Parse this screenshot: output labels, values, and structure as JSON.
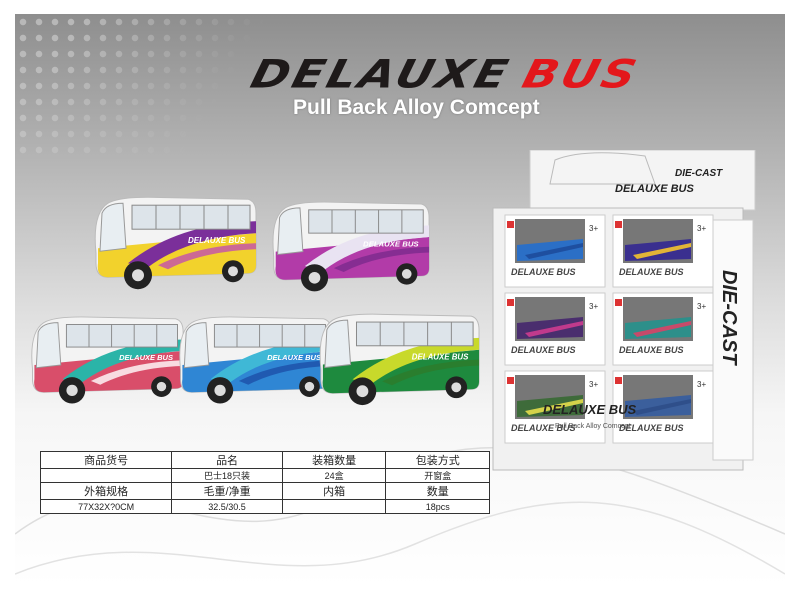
{
  "header": {
    "title_part1": "DELAUXE",
    "title_part2": "BUS",
    "subtitle": "Pull Back Alloy Comcept"
  },
  "colors": {
    "title_dark": "#1e1a1a",
    "title_red": "#e3171b"
  },
  "buses": [
    {
      "body": "#f2d22c",
      "stripe": "#7b2f9a",
      "accent": "#c24fb0",
      "logo": "DELAUXE BUS"
    },
    {
      "body": "#b23ba8",
      "stripe": "#e9e3f2",
      "accent": "#7a2a8c",
      "logo": "DELAUXE BUS"
    },
    {
      "body": "#d94e6a",
      "stripe": "#2bb4a8",
      "accent": "#ffffff",
      "logo": "DELAUXE BUS"
    },
    {
      "body": "#2f86d4",
      "stripe": "#3fb8d6",
      "accent": "#1d4fa8",
      "logo": "DELAUXE BUS"
    },
    {
      "body": "#1e8a3e",
      "stripe": "#c8d92b",
      "accent": "#2d7a2a",
      "logo": "DELAUXE BUS"
    }
  ],
  "display_box": {
    "logo": "DELAUXE BUS",
    "tagline": "Pull Back Alloy Comcept",
    "side": "DIE-CAST",
    "age": "3+"
  },
  "table": {
    "rows": [
      [
        "商品货号",
        "品名",
        "装箱数量",
        "包装方式"
      ],
      [
        "",
        "巴士18只装",
        "24盒",
        "开窗盒"
      ],
      [
        "外箱规格",
        "毛重/净重",
        "内箱",
        "数量"
      ],
      [
        "77X32X?0CM",
        "32.5/30.5",
        "",
        "18pcs"
      ]
    ]
  }
}
